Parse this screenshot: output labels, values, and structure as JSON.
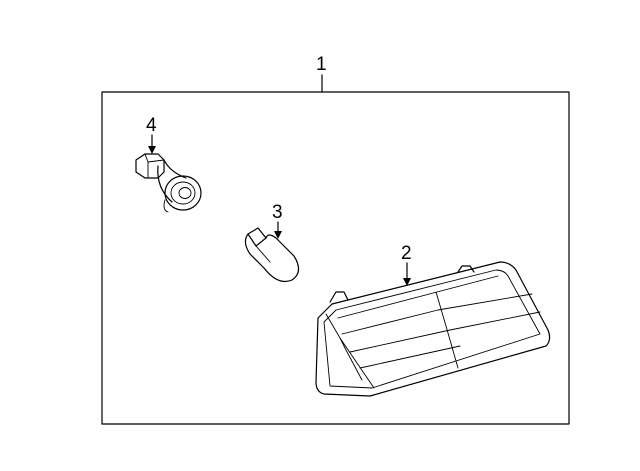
{
  "callouts": {
    "assembly": "1",
    "lens_housing": "2",
    "bulb": "3",
    "socket": "4"
  },
  "colors": {
    "line": "#000000",
    "background": "#ffffff"
  }
}
